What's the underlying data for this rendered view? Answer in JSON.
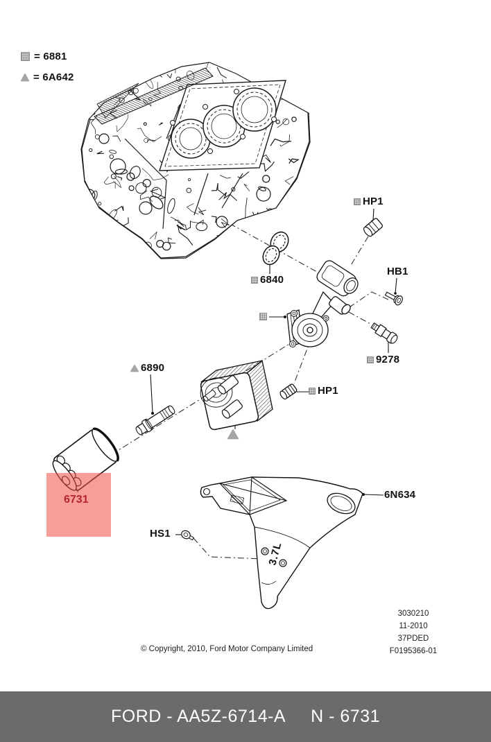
{
  "legend": {
    "items": [
      {
        "icon": "grid-square-icon",
        "label": "= 6881"
      },
      {
        "icon": "triangle-icon",
        "label": "= 6A642"
      }
    ]
  },
  "callouts": {
    "hp1_top": {
      "icon": "grid-square-icon",
      "label": "HP1"
    },
    "p6840": {
      "icon": "grid-square-icon",
      "label": "6840"
    },
    "hb1": {
      "label": "HB1"
    },
    "p9278": {
      "icon": "grid-square-icon",
      "label": "9278"
    },
    "hp1_bottom": {
      "icon": "grid-square-icon",
      "label": "HP1"
    },
    "p6890": {
      "icon": "triangle-icon",
      "label": "6890"
    },
    "p6n634": {
      "label": "6N634"
    },
    "hs1": {
      "label": "HS1"
    },
    "p6731": {
      "label": "6731",
      "highlight_box_color": "rgba(238,80,70,0.55)",
      "text_color": "#b3262c"
    }
  },
  "bracket_text": "3.7L",
  "notes": {
    "copyright": "© Copyright, 2010, Ford Motor Company Limited",
    "doc": [
      "3030210",
      "11-2010",
      "37PDED",
      "F0195366-01"
    ]
  },
  "footer": {
    "left": "FORD - AA5Z-6714-A",
    "right": "N - 6731",
    "bg_color": "#6b6b6b",
    "text_color": "#ffffff"
  }
}
